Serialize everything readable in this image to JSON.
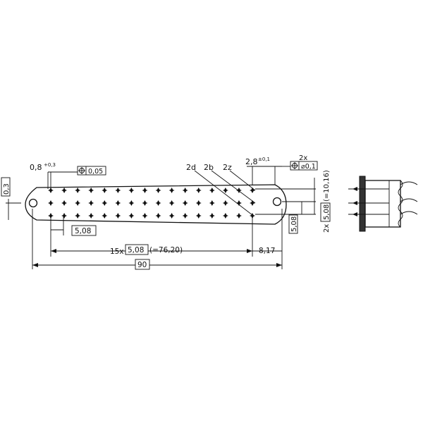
{
  "drawing": {
    "pin_grid": {
      "rows": 3,
      "columns": 16,
      "row_pitch": 5.08,
      "column_pitch": 5.08
    },
    "labels": {
      "row_d": "2d",
      "row_b": "2b",
      "row_z": "2z",
      "hole_dia": "0,8",
      "hole_tol": "+0,3",
      "tolerance_pos": "0,05",
      "pin_len": "2,8",
      "pin_len_tol": "±0,1",
      "times_2": "2x",
      "tolerance_dia": "0,1",
      "pitch_vertical": "5,08",
      "pitch_bottom": "5,08",
      "pitch_x_count": "15x",
      "pitch_x_box": "5,08",
      "pitch_x_total": "(=76,20)",
      "edge_offset": "8,17",
      "overall_length": "90",
      "vertical_prefix": "2x",
      "vertical_box": "5,08",
      "vertical_total": "(=10,16)",
      "flange_thickness": "0,3"
    }
  }
}
